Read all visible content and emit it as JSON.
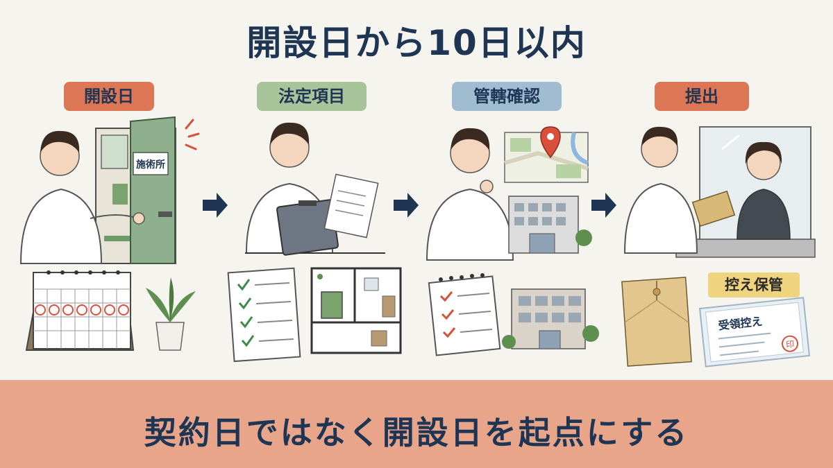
{
  "title": "開設日から10日以内",
  "steps": [
    {
      "label": "開設日",
      "color": "#dc7654",
      "sign": "施術所"
    },
    {
      "label": "法定項目",
      "color": "#a8c49a"
    },
    {
      "label": "管轄確認",
      "color": "#9fbcd0"
    },
    {
      "label": "提出",
      "color": "#dc7654"
    }
  ],
  "stamp_label": "控え保管",
  "receipt_title": "受領控え",
  "seal_text": "印",
  "footer": "契約日ではなく開設日を起点にする",
  "colors": {
    "navy": "#1e3553",
    "banner": "#e9a58a",
    "background": "#f6f4ef",
    "check": "#3e8a4a",
    "accent_red": "#d9503a"
  },
  "icons": [
    "clinician-icon",
    "door-icon",
    "calendar-icon",
    "plant-icon",
    "clipboard-icon",
    "checklist-icon",
    "floor-plan-icon",
    "map-pin-icon",
    "building-icon",
    "envelope-icon",
    "receipt-icon",
    "arrow-right-icon"
  ]
}
